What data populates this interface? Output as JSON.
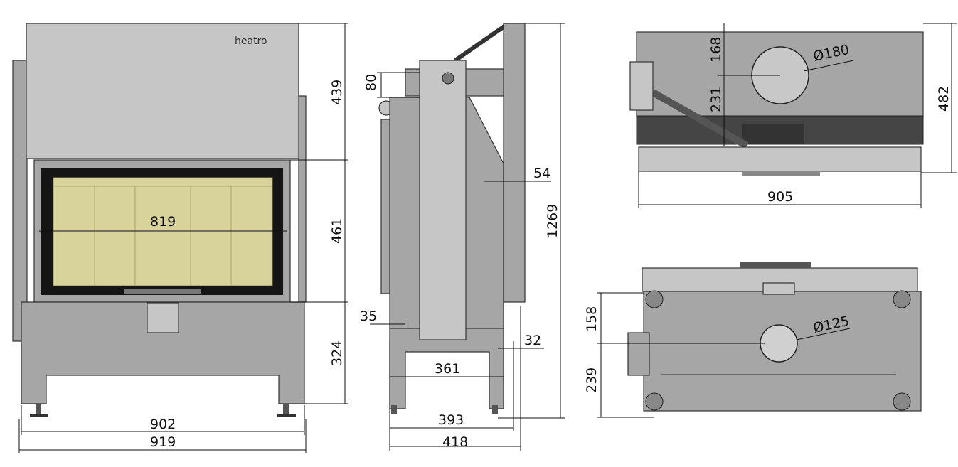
{
  "logo": "heatro",
  "colors": {
    "body": "#a6a6a6",
    "panel": "#c6c6c6",
    "glass": "#d8d39a",
    "frame": "#151515"
  },
  "front_view": {
    "dims": {
      "top_panel": "439",
      "door": "461",
      "base": "324",
      "window_width": "819",
      "width_inner": "902",
      "width_outer": "919"
    }
  },
  "side_view": {
    "dims": {
      "flue": "80",
      "door_offset": "54",
      "total_height": "1269",
      "front_offset": "35",
      "rear_offset": "32",
      "leg_span": "361",
      "depth_inner": "393",
      "depth_outer": "418"
    }
  },
  "top_view": {
    "dims": {
      "front_to_flue": "168",
      "flue_to_back": "231",
      "depth": "482",
      "width": "905",
      "flue_diameter": "Ø180"
    }
  },
  "bottom_view": {
    "dims": {
      "front_to_air": "158",
      "air_to_back": "239",
      "air_diameter": "Ø125"
    }
  }
}
